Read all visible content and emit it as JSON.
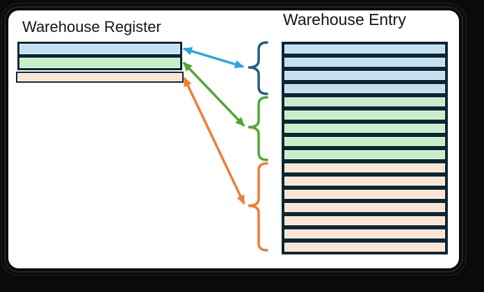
{
  "register": {
    "title": "Warehouse Register",
    "rows": [
      {
        "group": "blue",
        "name": "register-row-blue"
      },
      {
        "group": "green",
        "name": "register-row-green"
      },
      {
        "group": "orange",
        "name": "register-row-orange"
      }
    ]
  },
  "entry": {
    "title": "Warehouse Entry",
    "rows": [
      {
        "group": "blue"
      },
      {
        "group": "blue"
      },
      {
        "group": "blue"
      },
      {
        "group": "blue"
      },
      {
        "group": "green"
      },
      {
        "group": "green"
      },
      {
        "group": "green"
      },
      {
        "group": "green"
      },
      {
        "group": "green"
      },
      {
        "group": "orange"
      },
      {
        "group": "orange"
      },
      {
        "group": "orange"
      },
      {
        "group": "orange"
      },
      {
        "group": "orange"
      },
      {
        "group": "orange"
      },
      {
        "group": "orange"
      }
    ]
  },
  "mappings": [
    {
      "group": "blue",
      "register_row": "register-row-blue",
      "entry_row_count": 4,
      "arrow_color": "#2aa4e2",
      "brace_color": "#215e80"
    },
    {
      "group": "green",
      "register_row": "register-row-green",
      "entry_row_count": 5,
      "arrow_color": "#4fa82e",
      "brace_color": "#4fa82e"
    },
    {
      "group": "orange",
      "register_row": "register-row-orange",
      "entry_row_count": 7,
      "arrow_color": "#ee7d31",
      "brace_color": "#ee7d31"
    }
  ],
  "colors": {
    "frame": "#0a0a0a",
    "card": "#ffffff",
    "table_navy": "#0d2632",
    "title_text": "#151515",
    "blue": "#c2e0f2",
    "green": "#c6eec8",
    "orange": "#fce4d3"
  }
}
